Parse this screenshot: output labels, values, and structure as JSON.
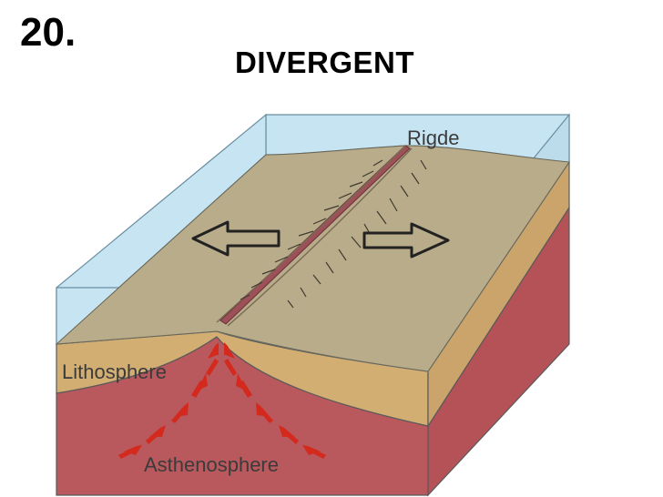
{
  "slide": {
    "number": "20.",
    "title": "DIVERGENT"
  },
  "diagram": {
    "labels": {
      "ridge": "Rigde",
      "lithosphere": "Lithosphere",
      "asthenosphere": "Asthenosphere"
    },
    "colors": {
      "water": "#c6e4f2",
      "crust_top": "#b9ac8a",
      "lithosphere": "#d3ae72",
      "asthenosphere": "#b9585d",
      "arrow_red": "#d42a1e",
      "outline": "#5a5a5a"
    }
  }
}
